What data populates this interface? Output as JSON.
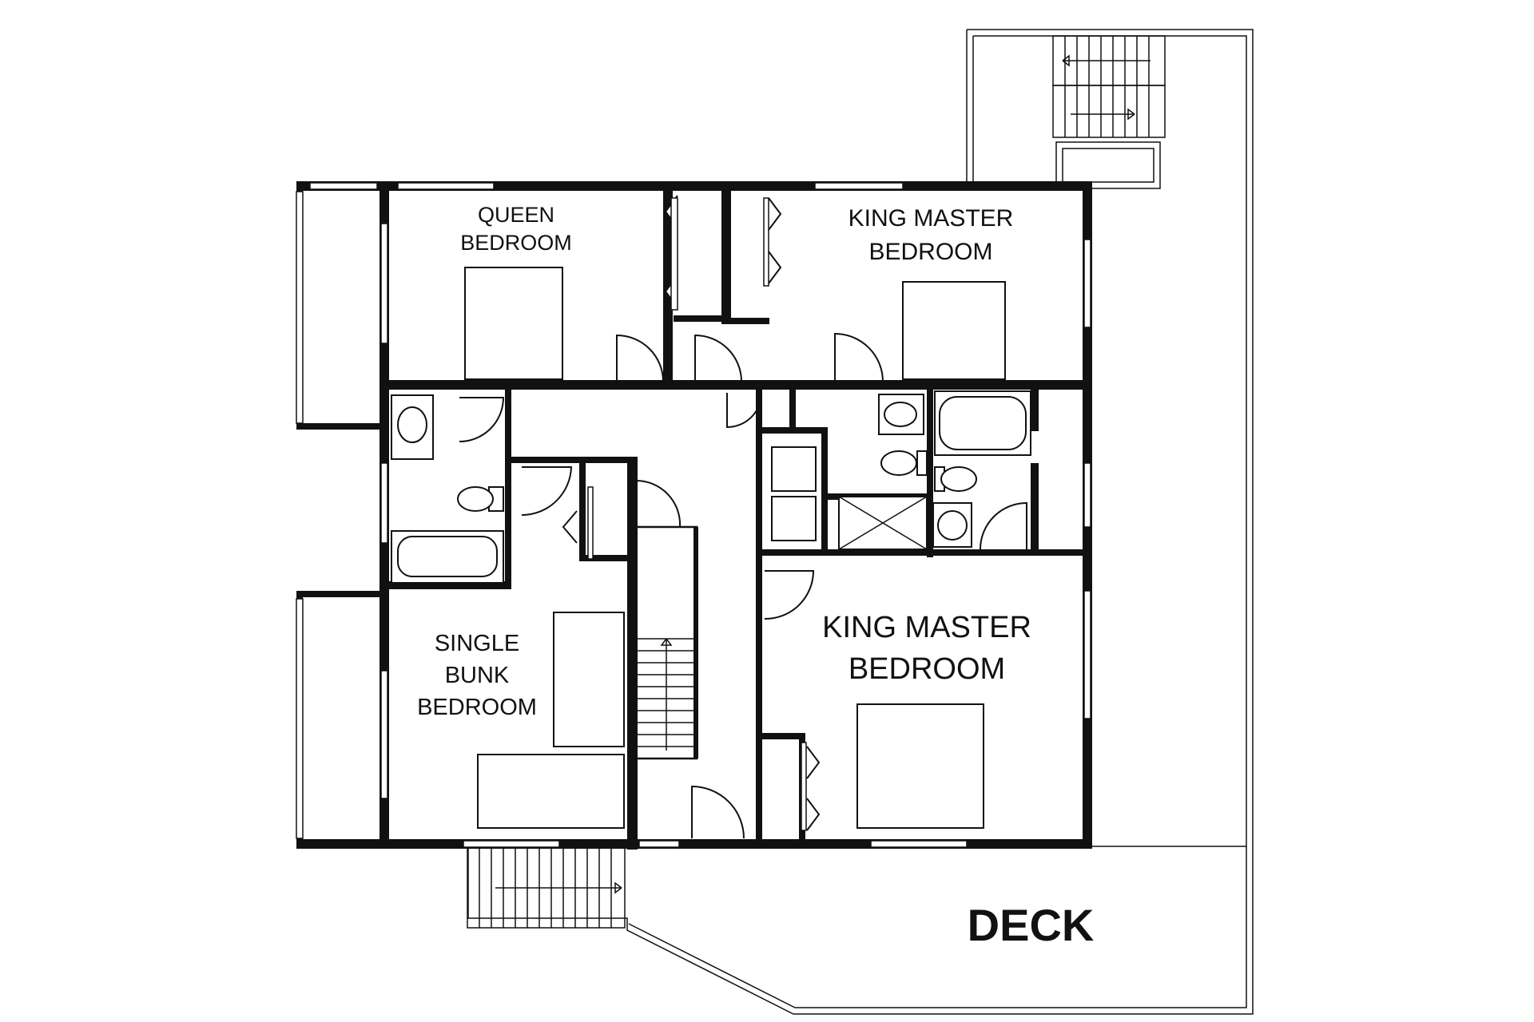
{
  "title": "",
  "rooms": {
    "queen_bedroom": {
      "line1": "QUEEN",
      "line2": "BEDROOM"
    },
    "king_master_upper": {
      "line1": "KING MASTER",
      "line2": "BEDROOM"
    },
    "single_bunk": {
      "line1": "SINGLE",
      "line2": "BUNK",
      "line3": "BEDROOM"
    },
    "king_master_lower": {
      "line1": "KING MASTER",
      "line2": "BEDROOM"
    },
    "deck": {
      "label": "DECK"
    }
  },
  "colors": {
    "wall": "#111111",
    "background": "#ffffff"
  }
}
